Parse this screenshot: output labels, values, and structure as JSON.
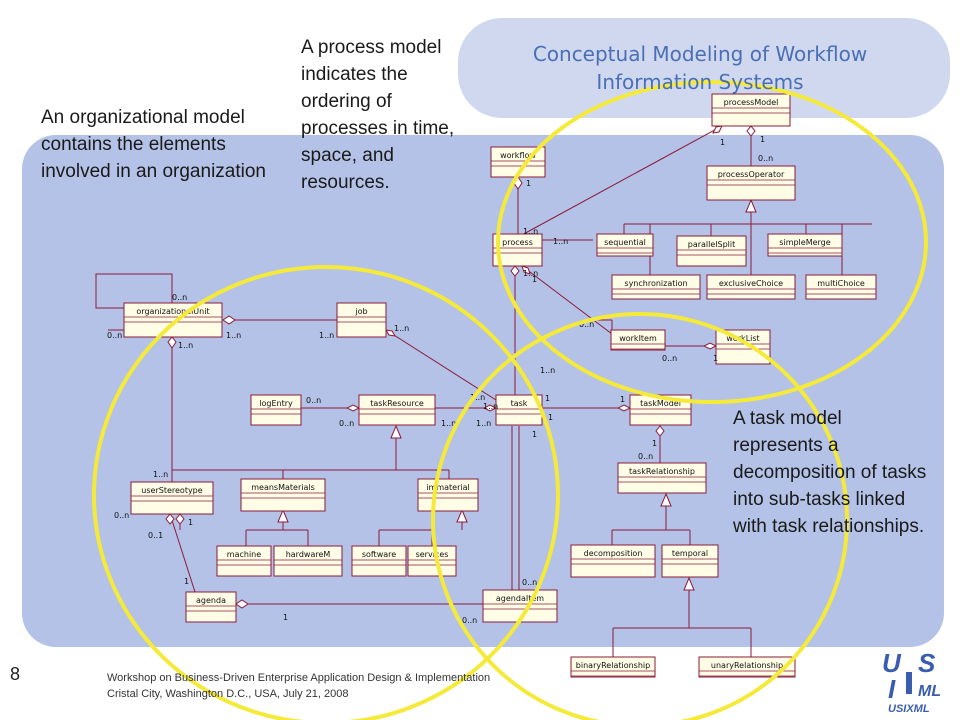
{
  "slide": {
    "number": "8",
    "title_line1": "Conceptual Modeling of Workflow",
    "title_line2": "Information Systems",
    "annotations": {
      "organizational": "An organizational model contains the elements involved in an organization",
      "process": "A process model indicates the ordering of processes in time, space, and resources.",
      "task": "A task model represents a decomposition of tasks into sub-tasks linked with task relationships."
    },
    "footer_line1": "Workshop on Business-Driven Enterprise Application Design & Implementation",
    "footer_line2": "Cristal City, Washington D.C., USA, July 21, 2008",
    "logo_text": "USIXML",
    "logo_letters": [
      "U",
      "S",
      "I",
      "ML"
    ]
  },
  "classes": {
    "processModel": "processModel",
    "processOperator": "processOperator",
    "workflow": "workflow",
    "process": "process",
    "sequential": "sequential",
    "parallelSplit": "parallelSplit",
    "simpleMerge": "simpleMerge",
    "synchronization": "synchronization",
    "exclusiveChoice": "exclusiveChoice",
    "multiChoice": "multiChoice",
    "workItem": "workItem",
    "workList": "workList",
    "organizationalUnit": "organizationalUnit",
    "job": "job",
    "logEntry": "logEntry",
    "taskResource": "taskResource",
    "task": "task",
    "taskModel": "taskModel",
    "taskRelationship": "taskRelationship",
    "userStereotype": "userStereotype",
    "meansMaterials": "meansMaterials",
    "immaterial": "immaterial",
    "machine": "machine",
    "hardwareM": "hardwareM",
    "software": "software",
    "services": "services",
    "decomposition": "decomposition",
    "temporal": "temporal",
    "agenda": "agenda",
    "agendaItem": "agendaItem",
    "binaryRelationship": "binaryRelationship",
    "unaryRelationship": "unaryRelationship"
  },
  "multiplicities": {
    "m1": "1",
    "m0n": "0..n",
    "m1n": "1..n",
    "m01": "0..1"
  },
  "colors": {
    "background_panel": "#b3c2e6",
    "title_text": "#4a6fb4",
    "class_border": "#8b1a3a",
    "class_fill": "#fffde6",
    "highlight_circle": "#f5ea3a",
    "logo": "#3a5db0"
  }
}
